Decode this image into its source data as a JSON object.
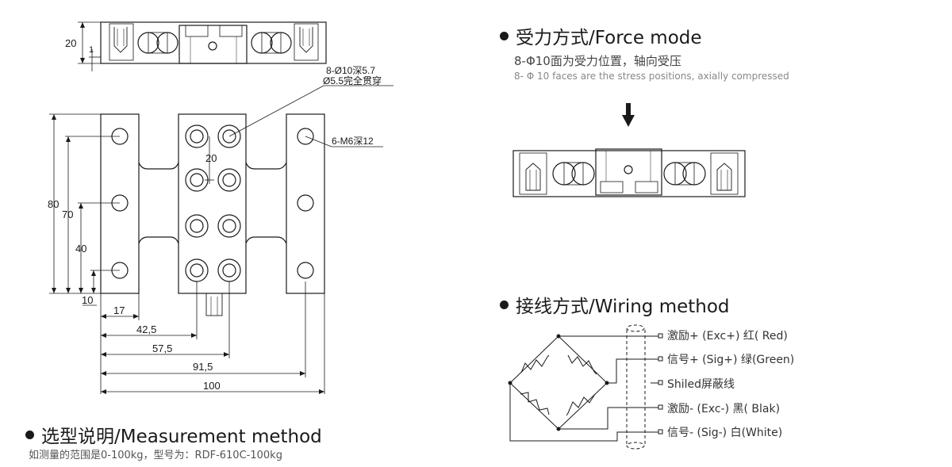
{
  "force_mode": {
    "title": "受力方式/Force mode",
    "line1": "8-Φ10面为受力位置，轴向受压",
    "line2": "8- Φ 10 faces are the stress positions, axially compressed"
  },
  "wiring": {
    "title": "接线方式/Wiring method",
    "items": [
      "激励+ (Exc+)  红( Red)",
      "信号+ (Sig+)  绿(Green)",
      "Shiled屏蔽线",
      "激励-  (Exc-)  黑( Blak)",
      "信号-  (Sig-)  白(White)"
    ]
  },
  "measurement": {
    "title": "选型说明/Measurement method",
    "desc": "如测量的范围是0-100kg，型号为：RDF-610C-100kg"
  },
  "dims": {
    "h20": "20",
    "h1": "1",
    "hole_note1": "8-Ø10深5.7",
    "hole_note2": "Ø5.5完全贯穿",
    "thread_note": "6-M6深12",
    "d20": "20",
    "d80": "80",
    "d70": "70",
    "d40": "40",
    "d10": "10",
    "d17": "17",
    "d42_5": "42,5",
    "d57_5": "57,5",
    "d91_5": "91,5",
    "d100": "100"
  }
}
